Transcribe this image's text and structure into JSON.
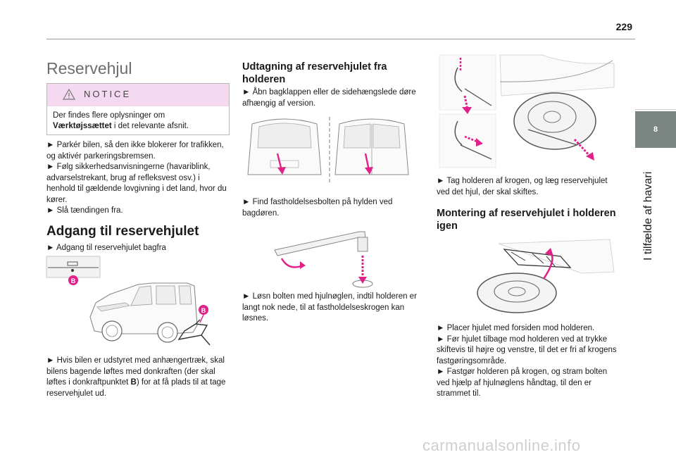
{
  "page": {
    "number": "229"
  },
  "chapter": {
    "number": "8",
    "title": "I tilfælde af havari"
  },
  "section": {
    "title": "Reservehjul"
  },
  "notice": {
    "label": "NOTICE",
    "text_before": "Der findes flere oplysninger om ",
    "text_bold": "Værktøjssættet",
    "text_after": " i det relevante afsnit."
  },
  "col1": {
    "steps": [
      "► Parkér bilen, så den ikke blokerer for trafikken, og aktivér parkeringsbremsen.",
      "► Følg sikkerhedsanvisningerne (havariblink, advarselstrekant, brug af refleksvest osv.) i henhold til gældende lovgivning i det land, hvor du kører.",
      "► Slå tændingen fra."
    ],
    "access_heading": "Adgang til reservehjulet",
    "access_step": "► Adgang til reservehjulet bagfra",
    "marker_label": "B",
    "jack_text_before": "► Hvis bilen er udstyret med anhængertræk, skal bilens bagende løftes med donkraften (der skal løftes i donkraftpunktet ",
    "jack_text_bold": "B",
    "jack_text_after": ") for at få plads til at tage reservehjulet ud."
  },
  "col2": {
    "heading": "Udtagning af reservehjulet fra holderen",
    "step1": "► Åbn bagklappen eller de sidehængslede døre afhængig af version.",
    "step2": "► Find fastholdelsesbolten på hylden ved bagdøren.",
    "step3": "► Løsn bolten med hjulnøglen, indtil holderen er langt nok nede, til at fastholdelseskrogen kan løsnes."
  },
  "col3": {
    "step1": "► Tag holderen af krogen, og læg reservehjulet ved det hjul, der skal skiftes.",
    "heading": "Montering af reservehjulet i holderen igen",
    "steps": [
      "► Placer hjulet med forsiden mod holderen.",
      "► Før hjulet tilbage mod holderen ved at trykke skiftevis til højre og venstre, til det er fri af krogens fastgøringsområde.",
      "► Fastgør holderen på krogen, og stram bolten ved hjælp af hjulnøglens håndtag, til den er strammet til."
    ]
  },
  "watermark": "carmanualsonline.info",
  "colors": {
    "accent": "#e0218a",
    "notice_bg": "#f4d9f1",
    "tab": "#7a8481"
  }
}
